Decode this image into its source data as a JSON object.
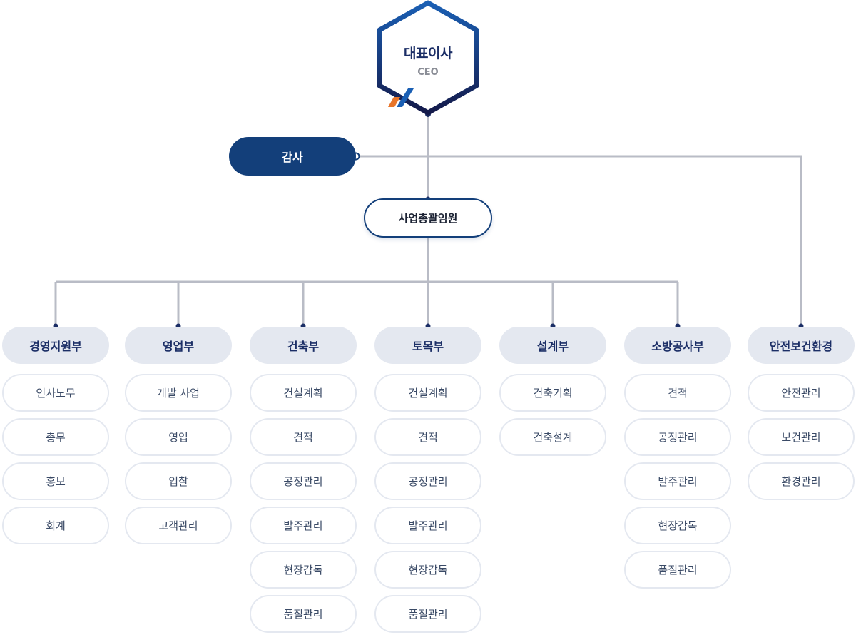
{
  "ceo": {
    "title": "대표이사",
    "subtitle": "CEO",
    "icon": "brand-logo-mark"
  },
  "audit": {
    "label": "감사"
  },
  "executive": {
    "label": "사업총괄임원"
  },
  "colors": {
    "navy": "#133f7a",
    "accent_orange": "#e8752a",
    "line_gray": "#b9bcc6",
    "dept_bg": "#e4e8f0"
  },
  "departments": [
    {
      "name": "경영지원부",
      "items": [
        "인사노무",
        "총무",
        "홍보",
        "회계"
      ]
    },
    {
      "name": "영업부",
      "items": [
        "개발 사업",
        "영업",
        "입찰",
        "고객관리"
      ]
    },
    {
      "name": "건축부",
      "items": [
        "건설계획",
        "견적",
        "공정관리",
        "발주관리",
        "현장감독",
        "품질관리"
      ]
    },
    {
      "name": "토목부",
      "items": [
        "건설계획",
        "견적",
        "공정관리",
        "발주관리",
        "현장감독",
        "품질관리"
      ]
    },
    {
      "name": "설계부",
      "items": [
        "건축기획",
        "건축설계"
      ]
    },
    {
      "name": "소방공사부",
      "items": [
        "견적",
        "공정관리",
        "발주관리",
        "현장감독",
        "품질관리"
      ]
    },
    {
      "name": "안전보건환경",
      "items": [
        "안전관리",
        "보건관리",
        "환경관리"
      ]
    }
  ]
}
